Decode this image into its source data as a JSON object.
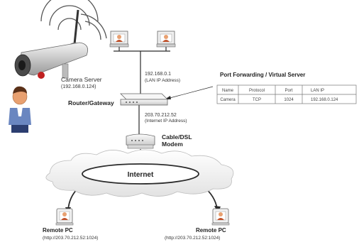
{
  "camera": {
    "name": "Camera Server",
    "ip": "(192.168.0.124)"
  },
  "router": {
    "name": "Router/Gateway",
    "lan_ip": "192.168.0.1",
    "lan_caption": "(LAN IP Address)",
    "wan_ip": "203.70.212.52",
    "wan_caption": "(Internet IP Address)"
  },
  "modem": {
    "line1": "Cable/DSL",
    "line2": "Modem"
  },
  "internet": {
    "label": "Internet"
  },
  "port_forwarding": {
    "title": "Port Forwarding / Virtual Server",
    "headers": [
      "Name",
      "Protocol",
      "Port",
      "LAN IP"
    ],
    "rows": [
      [
        "Camera",
        "TCP",
        "1024",
        "192.168.0.124"
      ]
    ]
  },
  "remote_pcs": [
    {
      "label": "Remote PC",
      "url": "(http://203.70.212.52:1024)"
    },
    {
      "label": "Remote PC",
      "url": "(http://203.70.212.52:1024)"
    }
  ],
  "colors": {
    "line": "#2b2b2b",
    "device": "#e6e6e6",
    "face": "#e8a070",
    "user_shirt": "#6a86c0",
    "user_pants": "#2c3e70"
  }
}
